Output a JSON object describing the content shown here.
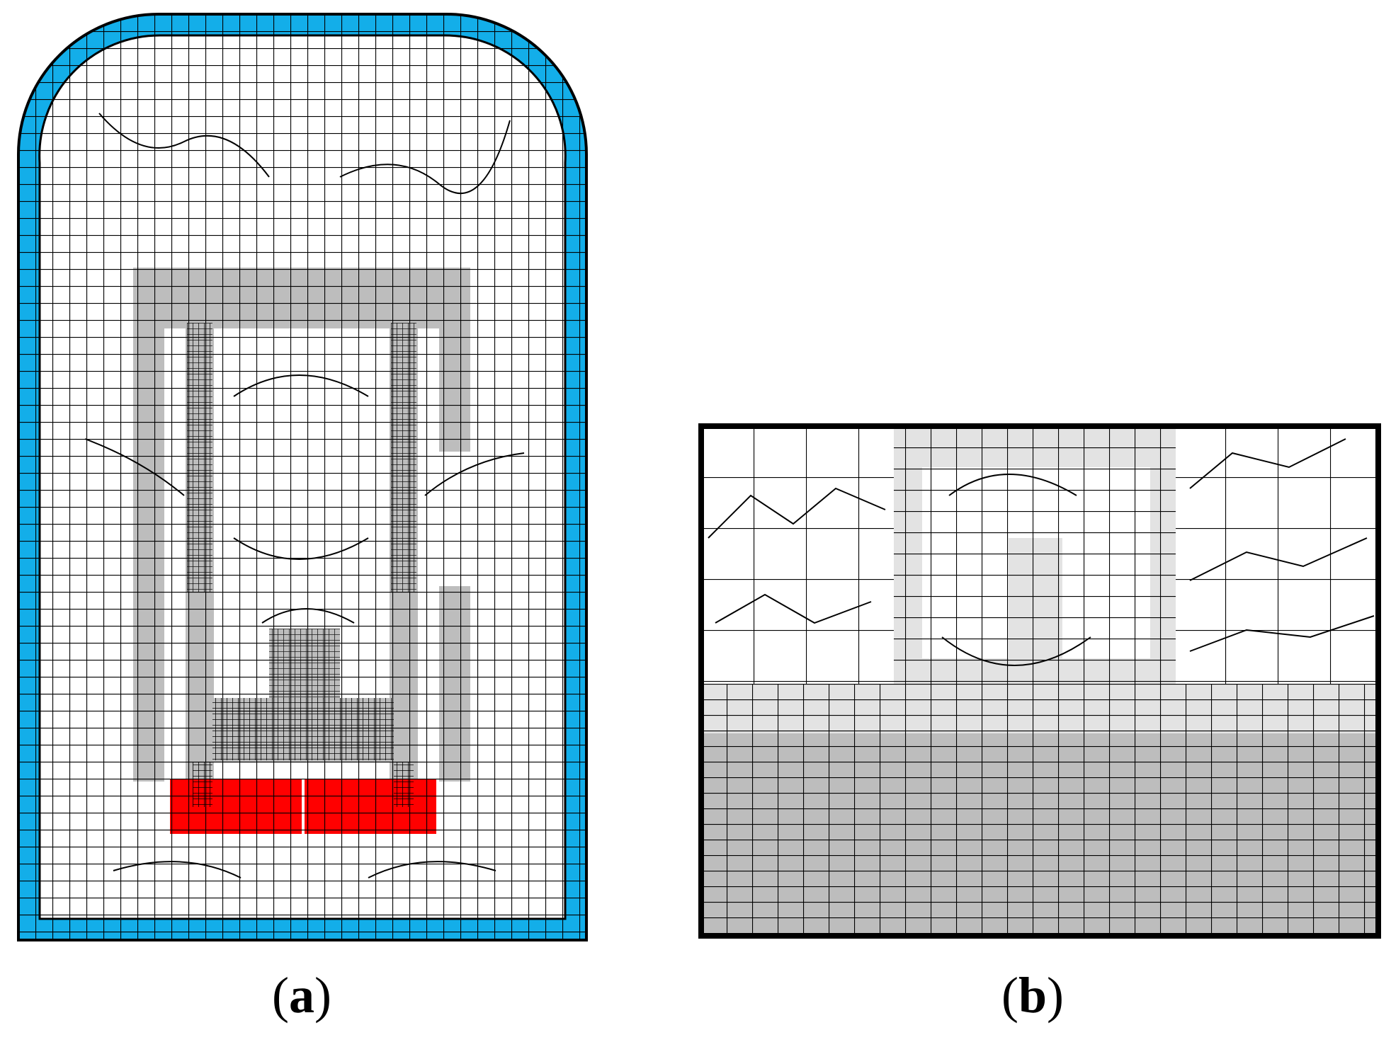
{
  "panels": [
    {
      "id": "a",
      "label_open": "(",
      "label_letter": "a",
      "label_close": ")"
    },
    {
      "id": "b",
      "label_open": "(",
      "label_letter": "b",
      "label_close": ")"
    }
  ],
  "colors": {
    "outer_shell": "#13aee9",
    "conductor_region": "#ff0000",
    "core_region": "#bdbdbd",
    "light_region": "#e3e3e3",
    "mesh_line": "#000000",
    "background": "#ffffff"
  }
}
